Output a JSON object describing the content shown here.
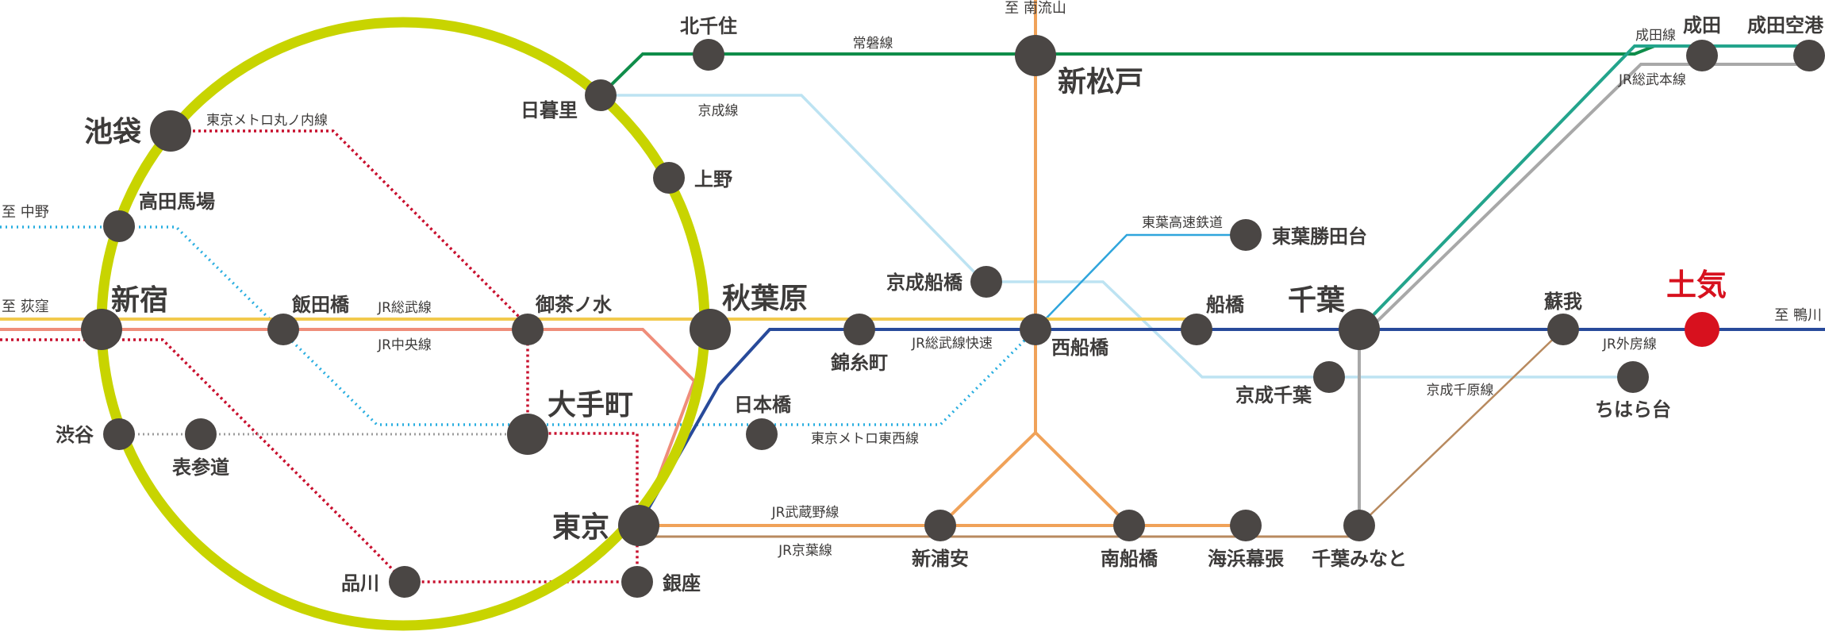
{
  "colors": {
    "station": "#4a4644",
    "destination": "#d7111e",
    "yamanote": "#c8d400",
    "jobban": "#0f8d4a",
    "musashino": "#f0a259",
    "keisei": "#bde3f2",
    "sobu": "#f2c94c",
    "chuo": "#ef8d7a",
    "sobu_rapid": "#284a9a",
    "marunouchi": "#c8102e",
    "tozai": "#29aee0",
    "ginza": "#9c9c9c",
    "narita": "#23a48c",
    "sobu_main": "#a8a8a8",
    "toyo": "#2fa5dc",
    "chihara": "#bde3f2",
    "uchibo": "#b88a5f"
  },
  "directions": {
    "nagareyama": "至 南流山",
    "nakano": "至 中野",
    "ogikubo": "至 荻窪",
    "kamogawa": "至 鴨川"
  },
  "lines": {
    "jobban": "常磐線",
    "keisei": "京成線",
    "marunouchi": "東京メトロ丸ノ内線",
    "sobu": "JR総武線",
    "chuo": "JR中央線",
    "sobu_rapid": "JR総武線快速",
    "tozai": "東京メトロ東西線",
    "musashino": "JR武蔵野線",
    "keiyo": "JR京葉線",
    "toyo": "東葉高速鉄道",
    "chihara": "京成千原線",
    "narita": "成田線",
    "sobu_main": "JR総武本線",
    "sotobo": "JR外房線"
  },
  "stations": {
    "kitasenju": "北千住",
    "shinmatsudo": "新松戸",
    "nippori": "日暮里",
    "ueno": "上野",
    "ikebukuro": "池袋",
    "takadanobaba": "高田馬場",
    "shinjuku": "新宿",
    "iidabashi": "飯田橋",
    "ochanomizu": "御茶ノ水",
    "akihabara": "秋葉原",
    "otemachi": "大手町",
    "shibuya": "渋谷",
    "omotesando": "表参道",
    "nihonbashi": "日本橋",
    "kinshicho": "錦糸町",
    "tokyo": "東京",
    "shinagawa": "品川",
    "ginza": "銀座",
    "keiseifunabashi": "京成船橋",
    "nishifunabashi": "西船橋",
    "toyokatsutadai": "東葉勝田台",
    "funabashi": "船橋",
    "chiba": "千葉",
    "keiseichiba": "京成千葉",
    "soga": "蘇我",
    "toke": "土気",
    "chiharadai": "ちはら台",
    "shinurayasu": "新浦安",
    "minamifunabashi": "南船橋",
    "kaihinmakuhari": "海浜幕張",
    "chibaminato": "千葉みなと",
    "narita": "成田",
    "naritakuko": "成田空港"
  }
}
